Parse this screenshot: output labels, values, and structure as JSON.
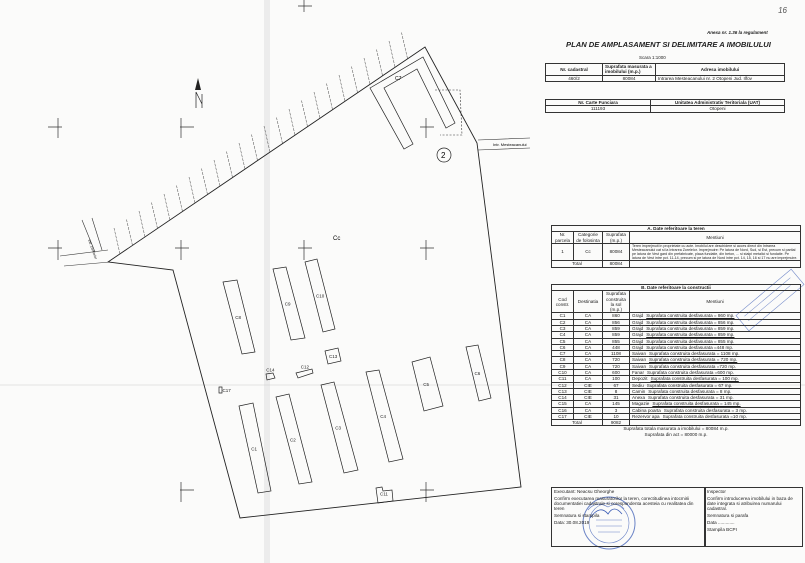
{
  "page_mark": "16",
  "annex": "Anexa nr. 1.36 la regulament",
  "title": "PLAN DE AMPLASAMENT SI DELIMITARE A IMOBILULUI",
  "scale": "Scara 1:1000",
  "id_table": {
    "headers": [
      "Nr. cadastral",
      "Suprafata masurata a imobilului (m.p.)",
      "Adresa imobilului"
    ],
    "row": [
      "460/2",
      "80084",
      "Intrarea Mesteacanului nr. 2 Otopeni Jud. Ilfov"
    ]
  },
  "cf_table": {
    "headers": [
      "Nr. Carte Funciara",
      "Unitatea Administrativ Teritoriala (UAT)"
    ],
    "row": [
      "111193",
      "Otopeni"
    ]
  },
  "teren": {
    "title": "A. Date referitoare la teren",
    "headers": [
      "Nr. parcela",
      "Categorie de folosinta",
      "Suprafata (m.p.)",
      "Mentiuni"
    ],
    "row": [
      "1",
      "Cc",
      "80084",
      "Teren imprejmuit in proprietate cu acte. Imobilul are deschidere si acces direct din Intrarea Mesteacanului cat si la Intrarea Zorelelor. Imprejmuire: Pe latura de Nord, Sud, si Est, precum si partial pe latura de Vest gard din prefabricate, placa fundatie, din beton, ... si stalpi metalici si fundatie. Pe latura de Vest intre pct. 11-14, precum si pe latura de Nord intre pct. 14, 15, 16 si 17 nu are imprejmuire."
    ],
    "total_label": "Total",
    "total": "80084"
  },
  "constructii": {
    "title": "B. Date referitoare la constructii",
    "headers": [
      "Cod constr.",
      "Destinatia",
      "Suprafata construita la sol (m.p.)",
      "Mentiuni"
    ],
    "rows": [
      [
        "C1",
        "CA",
        "860",
        "Grajd",
        "Suprafata construita desfasurata = 860 mp."
      ],
      [
        "C2",
        "CA",
        "856",
        "Grajd",
        "Suprafata construita desfasurata = 856 mp."
      ],
      [
        "C3",
        "CA",
        "859",
        "Grajd",
        "Suprafata construita desfasurata = 859 mp."
      ],
      [
        "C4",
        "CA",
        "859",
        "Grajd",
        "Suprafata construita desfasurata = 859 mp."
      ],
      [
        "C5",
        "CA",
        "855",
        "Grajd",
        "Suprafata construita desfasurata = 855 mp."
      ],
      [
        "C6",
        "CA",
        "448",
        "Grajd",
        "Suprafata construita desfasurata =448 mp."
      ],
      [
        "C7",
        "CA",
        "1108",
        "Saivan",
        "Suprafata construita desfasurata = 1108 mp."
      ],
      [
        "C8",
        "CA",
        "720",
        "Saivan",
        "Suprafata construita desfasurata = 720 mp."
      ],
      [
        "C9",
        "CA",
        "720",
        "Saivan",
        "Suprafata construita desfasurata =720 mp."
      ],
      [
        "C10",
        "CA",
        "600",
        "Fanar",
        "Suprafata construita desfasurata =600 mp."
      ],
      [
        "C11",
        "CA",
        "100",
        "Depozit",
        "Suprafata construita desfasurata = 100 mp."
      ],
      [
        "C12",
        "CIE",
        "67",
        "Sediu",
        "Suprafata construita desfasurata = 67 mp."
      ],
      [
        "C13",
        "CIE",
        "8",
        "Camin",
        "Suprafata construita desfasurata = 8 mp."
      ],
      [
        "C14",
        "CIE",
        "31",
        "Anexa",
        "Suprafata construita desfasurata = 31 mp."
      ],
      [
        "C15",
        "CA",
        "145",
        "Magazie",
        "Suprafata construita desfasurata = 145 mp."
      ],
      [
        "C16",
        "CA",
        "3",
        "Cabina poarta",
        "Suprafata construita desfasurata = 3 mp."
      ],
      [
        "C17",
        "CIE",
        "10",
        "Rezervor apa",
        "Suprafata construita desfasurata =10 mp."
      ]
    ],
    "total_label": "Total",
    "total": "9082",
    "summary1": "Suprafata totala masurata a imobilului = 80084 m.p.",
    "summary2": "Suprafata din act = 80000 m.p."
  },
  "executant": {
    "name": "Executant: Neacsu Gheorghe",
    "text": "Confirm executarea masuratorilor la teren, corectitudinea intocmirii documentatiei cadastrale si corespondenta acesteia cu realitatea din teren",
    "sign": "Semnatura si stampila",
    "date": "Data: 30.08.2019"
  },
  "inspector": {
    "name": "Inspector",
    "text": "Confirm introducerea imobilului in baza de date integrata si atribuirea numarului cadastral.",
    "sign": "Semnatura si parafa",
    "date": "Data .............",
    "stamp": "Stampila BCPI"
  },
  "plan": {
    "parcel_label": "Cc",
    "parcel_number": "2",
    "north": "N",
    "street_east": "Intr. Mesteacanului",
    "street_west": "Intr. Zorelelor",
    "buildings": [
      "C1",
      "C2",
      "C3",
      "C4",
      "C5",
      "C6",
      "C7",
      "C8",
      "C9",
      "C10",
      "C11",
      "C12",
      "C13",
      "C14",
      "C17"
    ]
  },
  "stamp_text": "Neacsu Gheorghe - Certificat de autorizare",
  "colors": {
    "ink": "#222222",
    "stamp": "#3a5bb5",
    "paper": "#fbfbfa"
  }
}
